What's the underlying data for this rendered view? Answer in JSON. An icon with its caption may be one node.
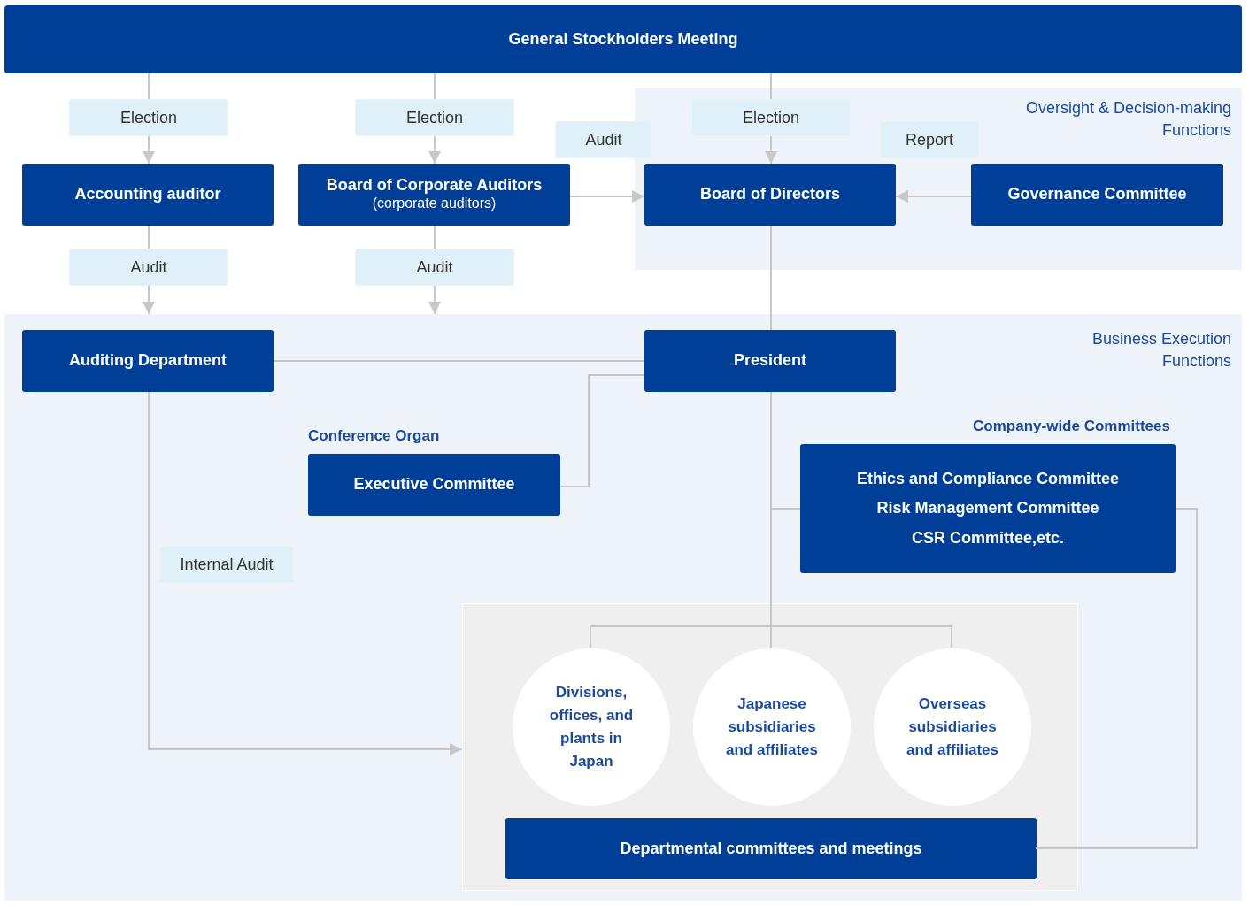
{
  "diagram": {
    "nodes": [
      {
        "text": [
          "General Stockholders Meeting"
        ]
      },
      {
        "text": [
          "Oversight & Decision-making Functions"
        ]
      },
      {
        "text": [
          "Business Execution Functions"
        ]
      },
      {
        "text": [
          "Accounting auditor"
        ]
      },
      {
        "text": [
          "Board of Corporate Auditors",
          "(corporate auditors)"
        ]
      },
      {
        "text": [
          "Board of Directors"
        ],
        "in": 1
      },
      {
        "text": [
          "Governance Committee"
        ],
        "in": 1
      },
      {
        "text": [
          "Auditing Department"
        ],
        "in": 2
      },
      {
        "text": [
          "President"
        ],
        "in": 2
      },
      {
        "text": [
          "Conference Organ",
          "Executive Committee"
        ],
        "in": 2
      },
      {
        "text": [
          "Company-wide Committees",
          "Ethics and Compliance Committee",
          "Risk Management Committee",
          "CSR Committee,etc."
        ],
        "in": 2
      },
      {
        "text": [],
        "shape": "box",
        "in": 2
      },
      {
        "text": [
          "Divisions, offices, and plants in Japan"
        ],
        "in": 11
      },
      {
        "text": [
          "Japanese subsidiaries and affiliates"
        ],
        "in": 11
      },
      {
        "text": [
          "Overseas subsidiaries and affiliates"
        ],
        "in": 11
      },
      {
        "text": [
          "Departmental committees and meetings"
        ],
        "in": 11
      }
    ],
    "edges": [
      {
        "from": 0,
        "to": 3,
        "arrow": "to",
        "label": "Election"
      },
      {
        "from": 0,
        "to": 4,
        "arrow": "to",
        "label": "Election"
      },
      {
        "from": 0,
        "to": 5,
        "arrow": "to",
        "label": "Election"
      },
      {
        "from": 4,
        "to": 5,
        "arrow": "to",
        "label": "Audit"
      },
      {
        "from": 6,
        "to": 5,
        "arrow": "to",
        "label": "Report"
      },
      {
        "from": 3,
        "to": 2,
        "arrow": "to",
        "label": "Audit"
      },
      {
        "from": 4,
        "to": 2,
        "arrow": "to",
        "label": "Audit"
      },
      {
        "from": 5,
        "to": 8,
        "arrow": "none"
      },
      {
        "from": 7,
        "to": 8,
        "arrow": "none"
      },
      {
        "from": 8,
        "to": 9,
        "arrow": "none"
      },
      {
        "from": 8,
        "to": 10,
        "arrow": "none"
      },
      {
        "from": 8,
        "to": 12,
        "arrow": "none"
      },
      {
        "from": 8,
        "to": 13,
        "arrow": "none"
      },
      {
        "from": 8,
        "to": 14,
        "arrow": "none"
      },
      {
        "from": 7,
        "to": 11,
        "arrow": "to",
        "label": "Internal Audit"
      },
      {
        "from": 10,
        "to": 15,
        "arrow": "none"
      }
    ]
  }
}
